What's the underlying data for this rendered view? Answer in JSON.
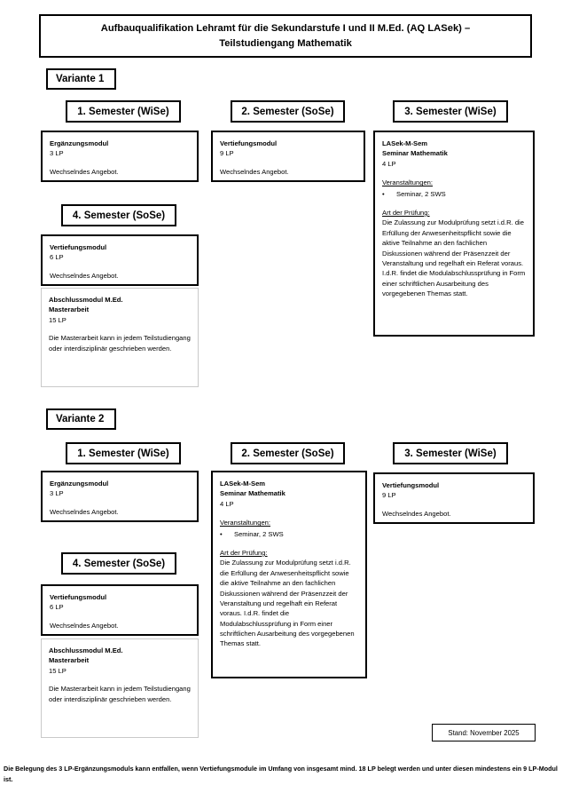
{
  "document": {
    "title_line1": "Aufbauqualifikation Lehramt für die Sekundarstufe I und II M.Ed. (AQ LASek) –",
    "title_line2": "Teilstudiengang Mathematik",
    "stand_label": "Stand: November 2025",
    "footnote": "Die Belegung des 3 LP-Ergänzungsmoduls kann entfallen, wenn Vertiefungsmodule im Umfang von insgesamt mind. 18 LP belegt werden und unter diesen mindestens ein 9 LP-Modul ist."
  },
  "labels": {
    "veranstaltungen_heading": "Veranstaltungen:",
    "pruefung_heading": "Art der Prüfung:",
    "bullet_glyph": "•"
  },
  "modules": {
    "ergaenzung_3lp": {
      "name": "Ergänzungsmodul",
      "lp": "3 LP",
      "note": "Wechselndes Angebot."
    },
    "vertiefung_9lp": {
      "name": "Vertiefungsmodul",
      "lp": "9 LP",
      "note": "Wechselndes Angebot."
    },
    "vertiefung_6lp": {
      "name": "Vertiefungsmodul",
      "lp": "6 LP",
      "note": "Wechselndes Angebot."
    },
    "seminar": {
      "code": "LASek-M-Sem",
      "name": "Seminar Mathematik",
      "lp": "4 LP",
      "veranstaltung_item": "Seminar, 2 SWS",
      "pruefung_text": "Die Zulassung zur Modulprüfung setzt i.d.R. die Erfüllung der Anwesenheitspflicht sowie die aktive Teilnahme an den fachlichen Diskussionen während der Präsenzzeit der Veranstaltung und regelhaft ein Referat voraus. I.d.R. findet die Modulabschlussprüfung in Form einer schriftlichen Ausarbeitung des vorgegebenen Themas statt."
    },
    "abschluss": {
      "name": "Abschlussmodul M.Ed.",
      "subname": "Masterarbeit",
      "lp": "15 LP",
      "note": "Die Masterarbeit kann in jedem Teilstudiengang oder interdisziplinär geschrieben werden."
    }
  },
  "variante1": {
    "label": "Variante 1",
    "semester1": "1. Semester (WiSe)",
    "semester2": "2. Semester (SoSe)",
    "semester3": "3. Semester (WiSe)",
    "semester4": "4. Semester (SoSe)"
  },
  "variante2": {
    "label": "Variante 2",
    "semester1": "1. Semester (WiSe)",
    "semester2": "2. Semester (SoSe)",
    "semester3": "3. Semester (WiSe)",
    "semester4": "4. Semester (SoSe)"
  },
  "colors": {
    "border_strong": "#000000",
    "border_muted": "#c9c9c9",
    "background": "#ffffff",
    "text": "#000000"
  }
}
